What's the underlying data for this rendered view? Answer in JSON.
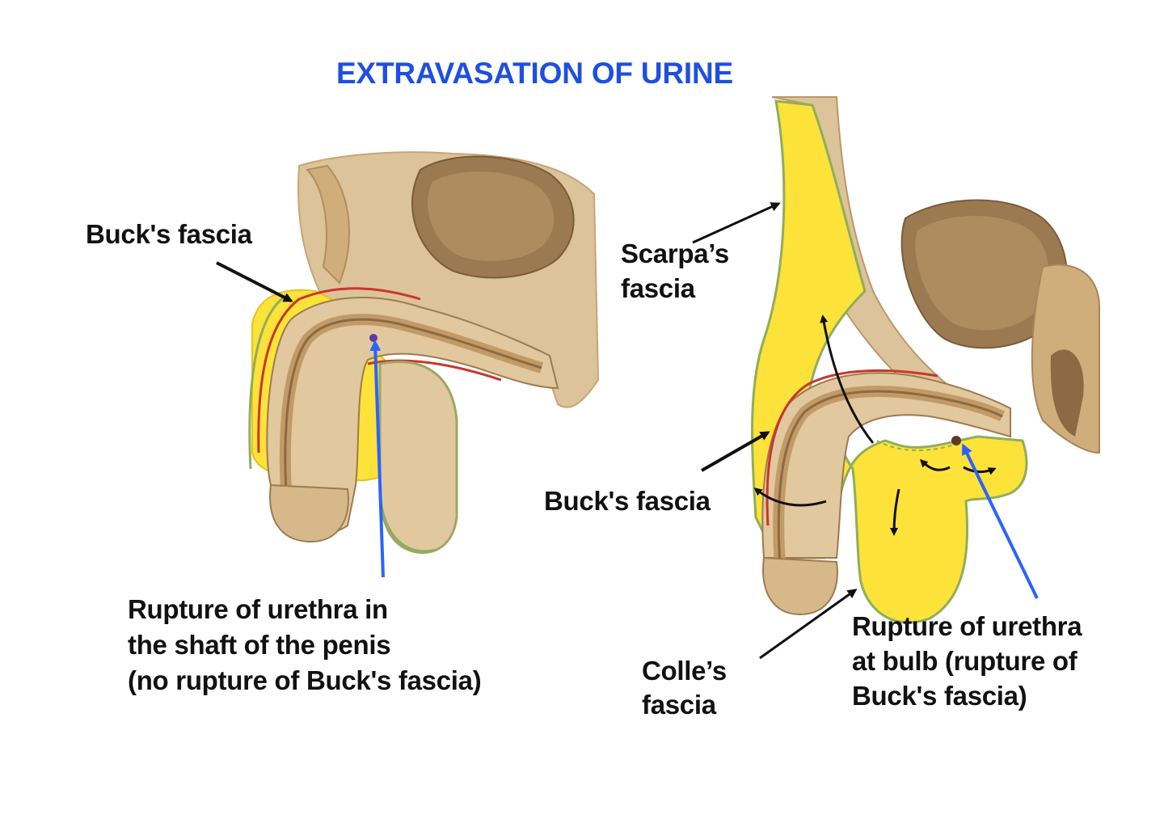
{
  "title": "EXTRAVASATION OF URINE",
  "colors": {
    "title": "#1f4fe0",
    "label_text": "#111111",
    "pointer_arrow": "#111111",
    "rupture_arrow": "#2b63ff",
    "extravasated_urine": "#fde23a",
    "tissue": "#d9bf92",
    "bladder": "#9b7a52",
    "buck_fascia_line": "#c8372c",
    "colles_fascia_line": "#8fae5a"
  },
  "panels": [
    {
      "name": "shaft-rupture",
      "labels": {
        "bucks_fascia": "Buck's fascia",
        "rupture_line1": "Rupture of urethra in",
        "rupture_line2": "the shaft of the penis",
        "rupture_line3": "(no rupture of Buck's fascia)"
      }
    },
    {
      "name": "bulb-rupture",
      "labels": {
        "scarpas_line1": "Scarpa’s",
        "scarpas_line2": "fascia",
        "bucks_fascia": "Buck's fascia",
        "colles_line1": "Colle’s",
        "colles_line2": "fascia",
        "rupture_line1": "Rupture of urethra",
        "rupture_line2": "at bulb (rupture of",
        "rupture_line3": "Buck's fascia)"
      }
    }
  ]
}
